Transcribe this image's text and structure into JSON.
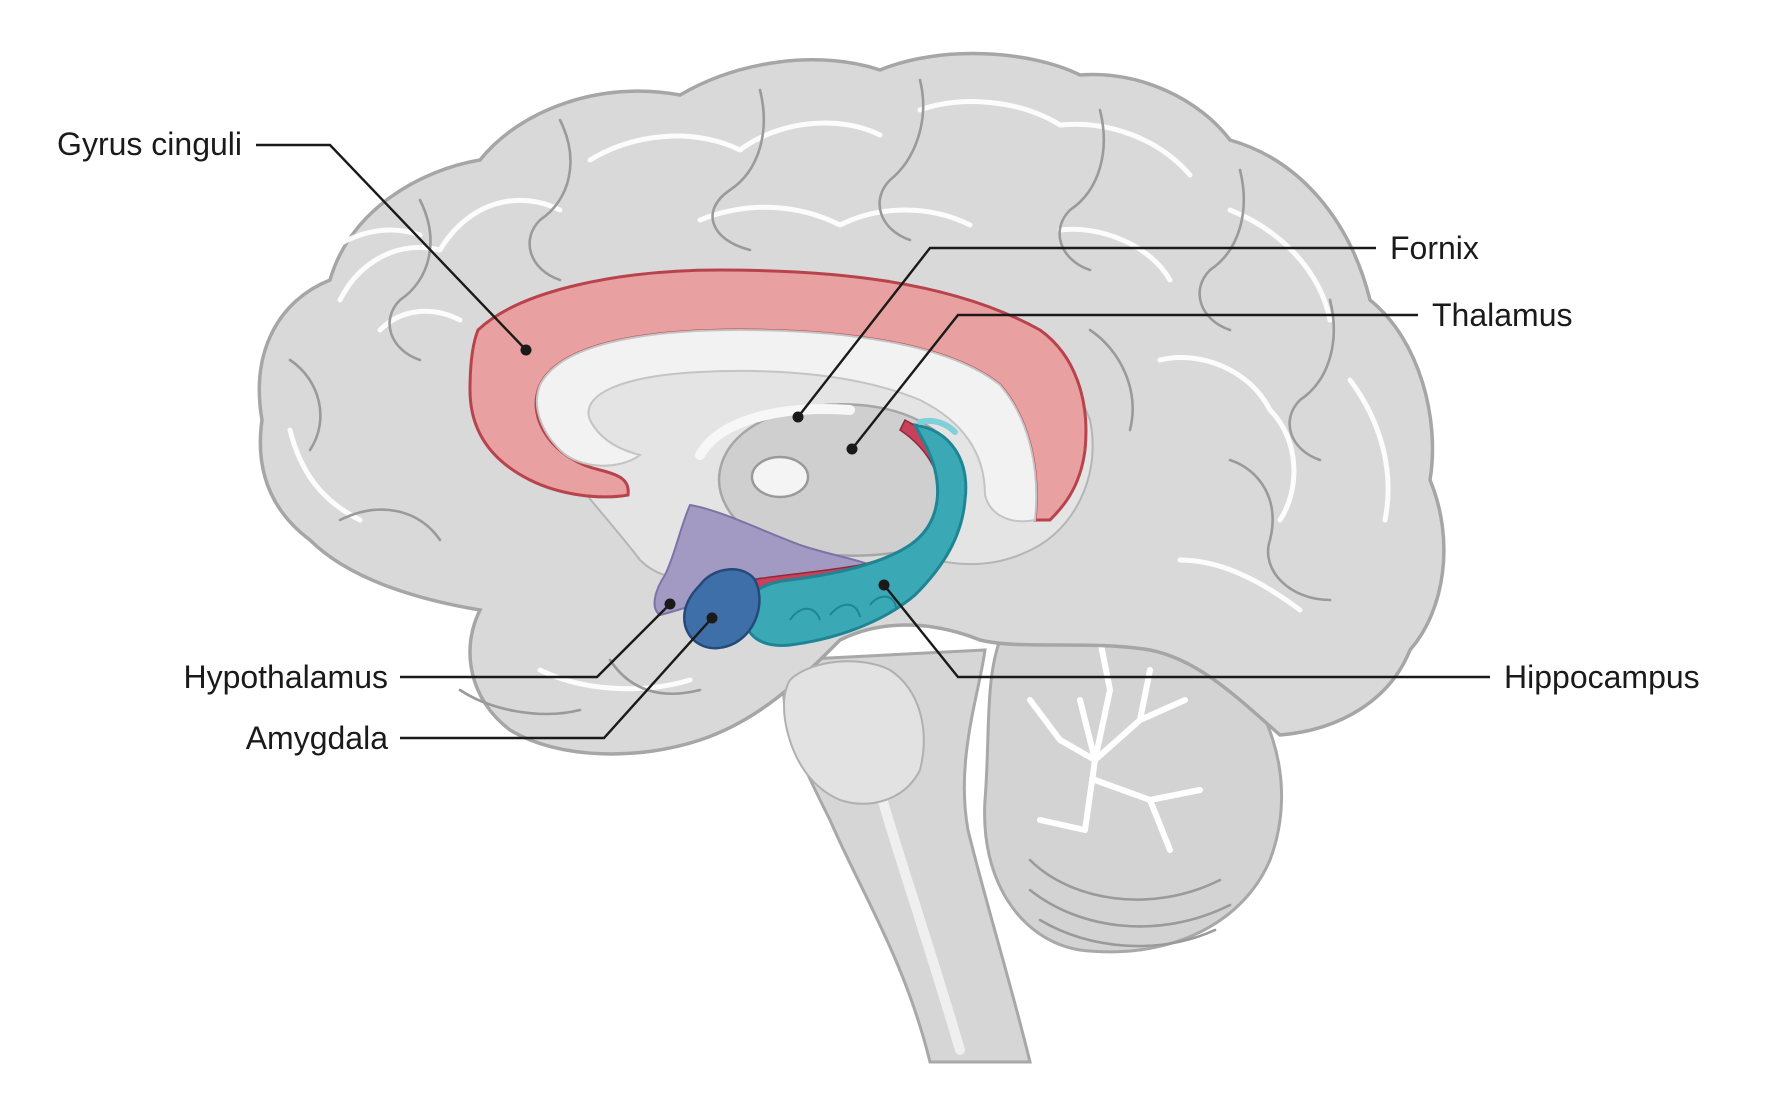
{
  "labels": {
    "gyrus_cinguli": "Gyrus cinguli",
    "fornix": "Fornix",
    "thalamus": "Thalamus",
    "hypothalamus": "Hypothalamus",
    "amygdala": "Amygdala",
    "hippocampus": "Hippocampus"
  },
  "colors": {
    "brain_fill": "#d9d9d9",
    "brain_outline": "#a6a6a6",
    "white_matter": "#f2f2f2",
    "gyrus_cinguli": "#e8a0a0",
    "gyrus_cinguli_edge": "#b8434d",
    "fornix_band": "#c8405a",
    "hypothalamus": "#a39ac4",
    "amygdala": "#3f6fa8",
    "hippocampus": "#3aa9b5",
    "hippocampus_dark": "#1f8594"
  }
}
